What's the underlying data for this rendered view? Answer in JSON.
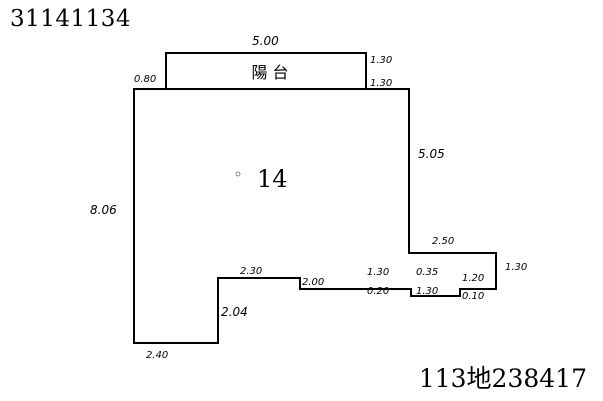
{
  "header": {
    "document_id": "31141134"
  },
  "footer": {
    "land_number": "113地238417"
  },
  "plan": {
    "room_number": "14",
    "balcony_label": "陽  台",
    "dimensions": {
      "balcony_top": "5.00",
      "balcony_left": "0.80",
      "balcony_right_top": "1.30",
      "balcony_right_bottom": "1.30",
      "right_upper": "5.05",
      "left_side": "8.06",
      "step_top": "2.50",
      "right_step": "1.30",
      "lower_left_top": "2.30",
      "lower_left_side": "2.04",
      "bottom": "2.40",
      "notch_1": "2.00",
      "notch_2_top": "1.30",
      "notch_2_bottom": "0.20",
      "notch_3_top": "0.35",
      "notch_3_bottom": "1.30",
      "notch_4_top": "1.20",
      "notch_4_bottom": "0.10"
    }
  }
}
